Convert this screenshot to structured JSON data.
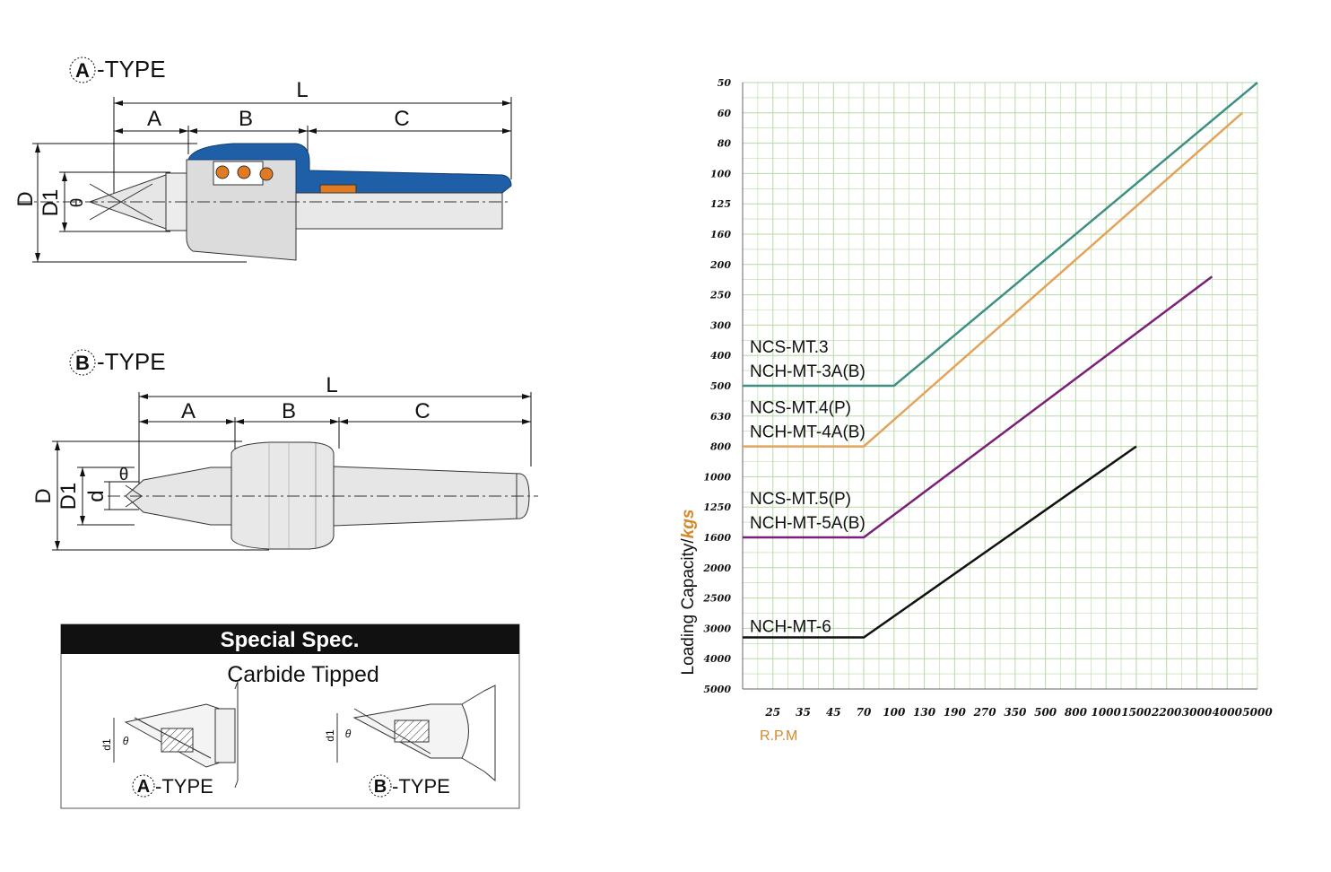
{
  "drawing_a": {
    "type_letter": "A",
    "type_suffix": "-TYPE",
    "dims": {
      "L": "L",
      "A": "A",
      "B": "B",
      "C": "C",
      "D": "D",
      "D1": "D1",
      "theta": "θ"
    }
  },
  "drawing_b": {
    "type_letter": "B",
    "type_suffix": "-TYPE",
    "dims": {
      "L": "L",
      "A": "A",
      "B": "B",
      "C": "C",
      "D": "D",
      "D1": "D1",
      "d": "d",
      "theta": "θ"
    }
  },
  "special": {
    "header": "Special Spec.",
    "subtitle": "Carbide Tipped",
    "a_letter": "A",
    "a_suffix": "-TYPE",
    "b_letter": "B",
    "b_suffix": "-TYPE",
    "d1": "d1",
    "theta": "θ"
  },
  "colors": {
    "accent_blue": "#1f5fa8",
    "bearing_orange": "#e07b24",
    "grid": "#b7d8a6",
    "teal": "#3f8f83",
    "orange": "#e3a35b",
    "purple": "#7b1f78",
    "black": "#111111"
  },
  "chart_data": {
    "type": "line",
    "ylabel_prefix": "Loading Capacity/",
    "ylabel_unit": "kgs",
    "xlabel": "R.P.M",
    "x_ticks": [
      "25",
      "35",
      "45",
      "70",
      "100",
      "130",
      "190",
      "270",
      "350",
      "500",
      "800",
      "1000",
      "1500",
      "2200",
      "3000",
      "4000",
      "5000"
    ],
    "y_ticks": [
      "50",
      "60",
      "80",
      "100",
      "125",
      "160",
      "200",
      "250",
      "300",
      "400",
      "500",
      "630",
      "800",
      "1000",
      "1250",
      "1600",
      "2000",
      "2500",
      "3000",
      "4000",
      "5000"
    ],
    "series": [
      {
        "label1": "NCS-MT.3",
        "label2": "NCH-MT-3A(B)",
        "color": "#3f8f83",
        "points": [
          [
            0,
            500
          ],
          [
            100,
            500
          ],
          [
            5000,
            50
          ]
        ]
      },
      {
        "label1": "NCS-MT.4(P)",
        "label2": "NCH-MT-4A(B)",
        "color": "#e3a35b",
        "points": [
          [
            0,
            800
          ],
          [
            70,
            800
          ],
          [
            4500,
            60
          ]
        ]
      },
      {
        "label1": "NCS-MT.5(P)",
        "label2": "NCH-MT-5A(B)",
        "color": "#7b1f78",
        "points": [
          [
            0,
            1600
          ],
          [
            70,
            1600
          ],
          [
            3500,
            220
          ]
        ]
      },
      {
        "label1": "NCH-MT-6",
        "label2": "",
        "color": "#111111",
        "points": [
          [
            0,
            3300
          ],
          [
            70,
            3300
          ],
          [
            1500,
            800
          ]
        ]
      }
    ]
  }
}
